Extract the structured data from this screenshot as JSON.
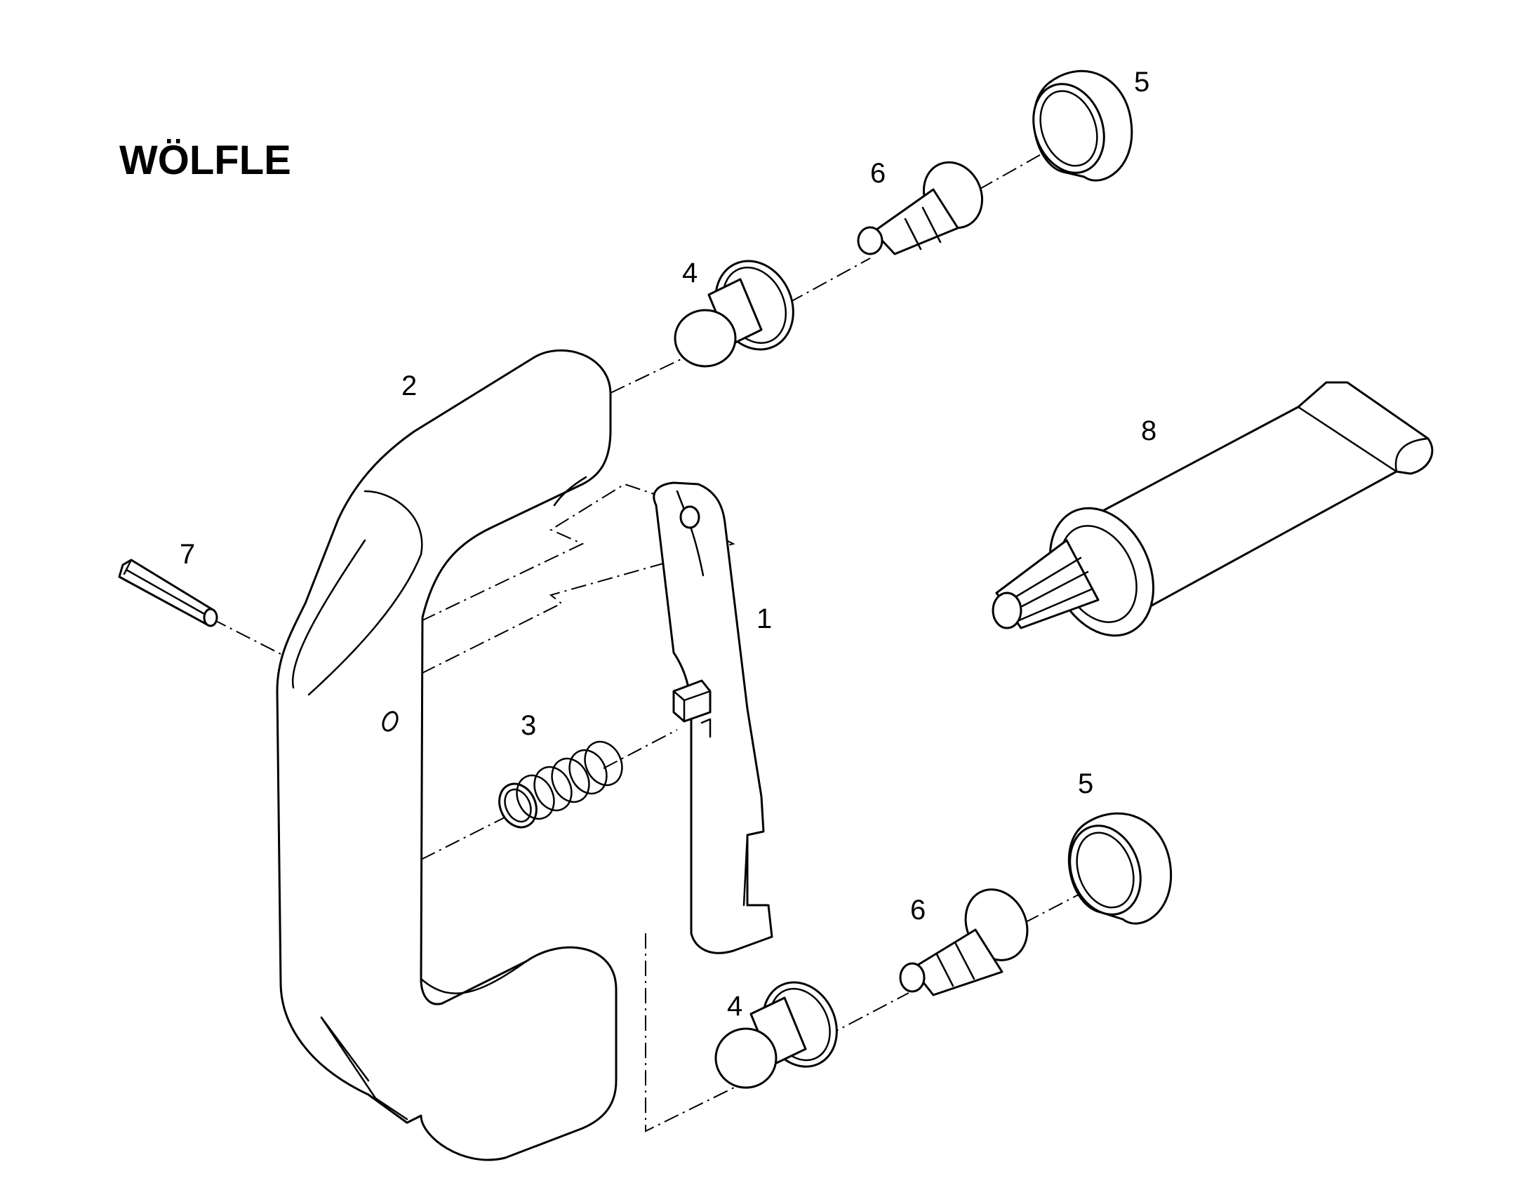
{
  "title": "WÖLFLE",
  "parts": [
    {
      "number": "1"
    },
    {
      "number": "2"
    },
    {
      "number": "3"
    },
    {
      "number": "4"
    },
    {
      "number": "4"
    },
    {
      "number": "5"
    },
    {
      "number": "5"
    },
    {
      "number": "6"
    },
    {
      "number": "6"
    },
    {
      "number": "7"
    },
    {
      "number": "8"
    }
  ]
}
